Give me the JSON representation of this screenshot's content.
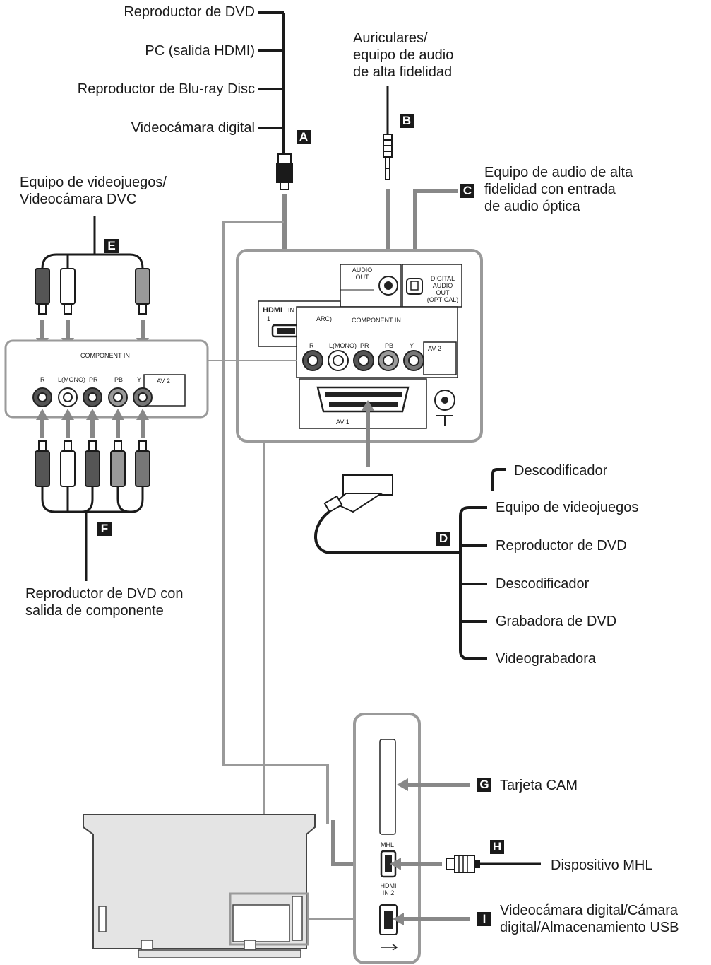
{
  "sources_top": {
    "items": [
      "Reproductor de DVD",
      "PC (salida HDMI)",
      "Reproductor de Blu-ray Disc",
      "Videocámara digital"
    ]
  },
  "headphones": {
    "lines": [
      "Auriculares/",
      "equipo de audio",
      "de alta fidelidad"
    ]
  },
  "optical_audio": {
    "lines": [
      "Equipo de audio de alta",
      "fidelidad con entrada",
      "de audio óptica"
    ]
  },
  "game_dvc": {
    "lines": [
      "Equipo de videojuegos/",
      "Videocámara DVC"
    ]
  },
  "component_dvd": {
    "lines": [
      "Reproductor de DVD con",
      "salida de componente"
    ]
  },
  "scart_devices": {
    "top": "Descodificador",
    "items": [
      "Equipo de videojuegos",
      "Reproductor de DVD",
      "Descodificador",
      "Grabadora de DVD",
      "Videograbadora"
    ]
  },
  "side_panel": {
    "cam": "Tarjeta CAM",
    "mhl_device": "Dispositivo MHL",
    "usb_lines": [
      "Videocámara digital/Cámara",
      "digital/Almacenamiento USB"
    ]
  },
  "badges": {
    "A": "A",
    "B": "B",
    "C": "C",
    "D": "D",
    "E": "E",
    "F": "F",
    "G": "G",
    "H": "H",
    "I": "I"
  },
  "panel_labels": {
    "audio_out": [
      "AUDIO",
      "OUT"
    ],
    "digital_audio_out": [
      "DIGITAL",
      "AUDIO",
      "OUT",
      "(OPTICAL)"
    ],
    "hdmi_in_1": "IN",
    "hdmi_in_1_sub": "1",
    "arc": "ARC)",
    "component_in": "COMPONENT IN",
    "r": "R",
    "l_mono": "L(MONO)",
    "pr": "PR",
    "pb": "PB",
    "y": "Y",
    "av2": "AV 2",
    "av1": "AV 1",
    "mhl": "MHL",
    "hdmi_in_2": [
      "HDMI",
      "IN 2"
    ]
  },
  "colors": {
    "line": "#1a1a1a",
    "panel": "#9a9a9a",
    "arrow": "#888888",
    "badge": "#1a1a1a"
  }
}
